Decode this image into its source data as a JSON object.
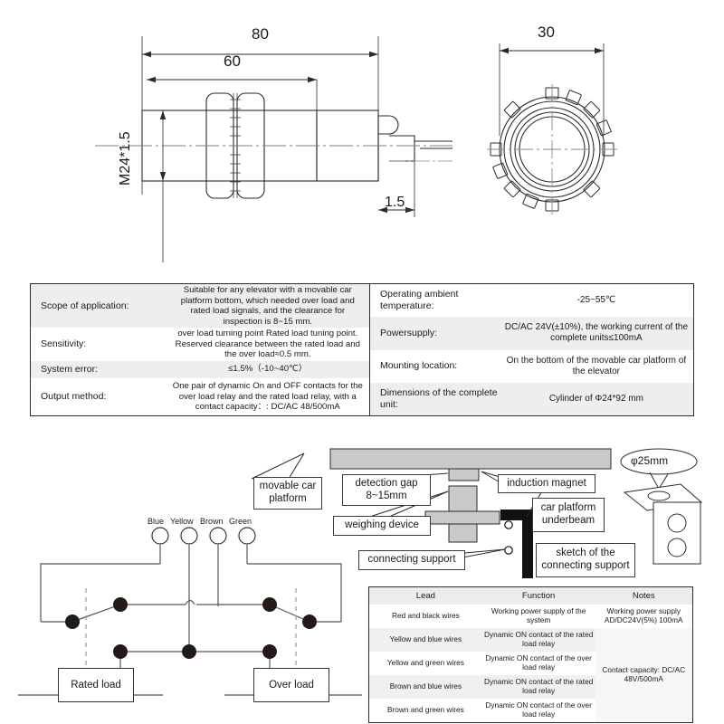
{
  "drawing": {
    "title": "sensor-outline-drawing",
    "dim_overall_length": "80",
    "dim_thread_length": "60",
    "dim_cable_offset": "1.5",
    "dim_end_view_width": "30",
    "thread_label": "M24*1.5"
  },
  "spec_left": {
    "rows": [
      {
        "key": "Scope of application:",
        "value": "Suitable for any elevator with a movable car platform bottom, which needed over load and rated load signals, and the clearance for inspection is 8~15 mm."
      },
      {
        "key": "Sensitivity:",
        "value": "over load turning point Rated load tuning point. Reserved clearance between the rated load and the over load≈0.5 mm."
      },
      {
        "key": "System error:",
        "value": "≤1.5%（-10~40℃）"
      },
      {
        "key": "Output method:",
        "value": "One pair of dynamic On and OFF contacts for the over load relay and the rated load relay, with a contact capacity：: DC/AC 48/500mA"
      }
    ]
  },
  "spec_right": {
    "rows": [
      {
        "key": "Operating ambient temperature:",
        "value": "-25~55℃"
      },
      {
        "key": "Powersupply:",
        "value": "DC/AC 24V(±10%), the  working current of the complete  units≤100mA"
      },
      {
        "key": "Mounting location:",
        "value": "On the bottom of the movable car platform of the elevator"
      },
      {
        "key": "Dimensions of the complete unit:",
        "value": "Cylinder of Φ24*92 mm"
      }
    ]
  },
  "install": {
    "callouts": {
      "movable_car_platform": "movable  car platform",
      "detection_gap": "detection gap 8~15mm",
      "induction_magnet": "induction magnet",
      "weighing_device": "weighing device",
      "car_platform_underbeam": "car platform underbeam",
      "connecting_support": "connecting support",
      "sketch_of_connecting_support": "sketch of the connecting support",
      "diameter_bubble": "φ25mm"
    }
  },
  "schematic": {
    "terminals": [
      "Blue",
      "Yellow",
      "Brown",
      "Green"
    ],
    "loads": {
      "rated": "Rated load",
      "over": "Over load"
    }
  },
  "lead_table": {
    "headers": [
      "Lead",
      "Function",
      "Notes"
    ],
    "rows": [
      {
        "lead": "Red and black wires",
        "function": "Working power supply of the system",
        "note": "Working power supply AD/DC24V(5%) 100mA"
      },
      {
        "lead": "Yellow and blue wires",
        "function": "Dynamic ON contact of the rated load relay",
        "note": ""
      },
      {
        "lead": "Yellow and green wires",
        "function": "Dynamic ON contact of the over load relay",
        "note": "Contact capacity: DC/AC 48V/500mA"
      },
      {
        "lead": "Brown and blue wires",
        "function": "Dynamic ON contact of the rated load relay",
        "note": ""
      },
      {
        "lead": "Brown and green wires",
        "function": "Dynamic ON contact of the over load relay",
        "note": ""
      }
    ]
  },
  "colors": {
    "line": "#2b2b2b",
    "shade": "#eeeeee",
    "fill_gray": "#c9c9c9",
    "dot": "#231a17"
  }
}
